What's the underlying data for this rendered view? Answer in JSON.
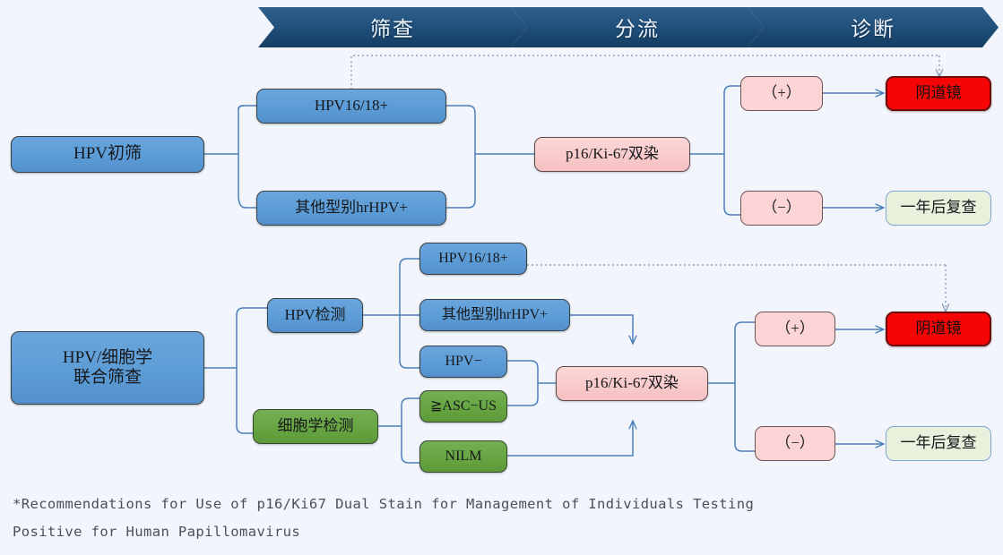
{
  "page": {
    "background": "#f2f6fc",
    "footnote_line1": "*Recommendations for Use of p16/Ki67 Dual Stain for Management of Individuals Testing",
    "footnote_line2": "Positive for Human Papillomavirus"
  },
  "colors": {
    "banner_navy": "#1f4e79",
    "blue_node": "#5b9bd5",
    "green_node": "#66a441",
    "pink_node": "#f8c9ca",
    "red_node": "#f50505",
    "pale_green_node": "#e9f1dc",
    "connector_blue": "#4a7ebb"
  },
  "banner": {
    "stages": [
      {
        "label": "筛查"
      },
      {
        "label": "分流"
      },
      {
        "label": "诊断"
      }
    ]
  },
  "flow_primary": {
    "root": {
      "label": "HPV初筛"
    },
    "branches": [
      {
        "label": "HPV16/18+"
      },
      {
        "label": "其他型别hrHPV+"
      }
    ],
    "triage": {
      "label": "p16/Ki-67双染"
    },
    "results": [
      {
        "label": "（+）"
      },
      {
        "label": "（−）"
      }
    ],
    "outcomes": [
      {
        "label": "阴道镜"
      },
      {
        "label": "一年后复查"
      }
    ]
  },
  "flow_cotest": {
    "root": {
      "label": "HPV/细胞学\n联合筛查"
    },
    "tests": [
      {
        "label": "HPV检测"
      },
      {
        "label": "细胞学检测"
      }
    ],
    "hpv_results": [
      {
        "label": "HPV16/18+"
      },
      {
        "label": "其他型别hrHPV+"
      },
      {
        "label": "HPV−"
      }
    ],
    "cytology_results": [
      {
        "label": "≧ASC−US"
      },
      {
        "label": "NILM"
      }
    ],
    "triage": {
      "label": "p16/Ki-67双染"
    },
    "results": [
      {
        "label": "（+）"
      },
      {
        "label": "（−）"
      }
    ],
    "outcomes": [
      {
        "label": "阴道镜"
      },
      {
        "label": "一年后复查"
      }
    ]
  }
}
